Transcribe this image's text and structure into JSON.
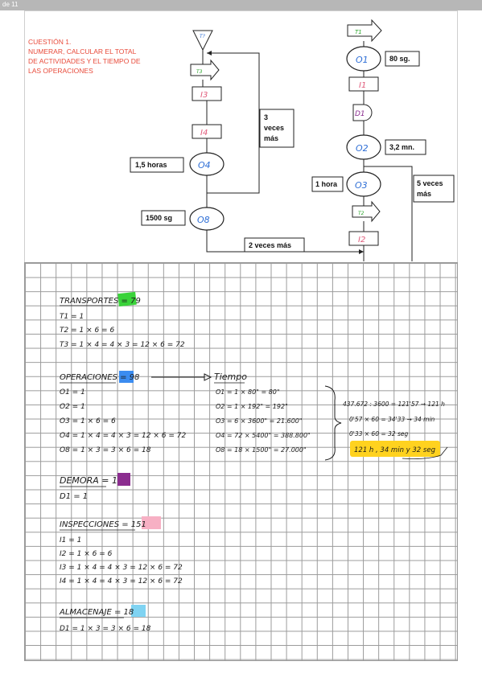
{
  "page_number": "de 11",
  "question": [
    "CUESTIÓN 1.",
    "NUMERAR, CALCULAR EL TOTAL",
    "DE ACTIVIDADES Y EL TIEMPO DE",
    "LAS OPERACIONES"
  ],
  "diagram": {
    "left_nodes": [
      "T?",
      "T3",
      "I3",
      "I4",
      "O4",
      "O8"
    ],
    "right_nodes": [
      "T1",
      "O1",
      "I1",
      "D1",
      "O2",
      "O3",
      "T2",
      "I2"
    ],
    "labels": {
      "loop_left": [
        "3",
        "veces",
        "más"
      ],
      "o4_time": "1,5 horas",
      "o8_time": "1500 sg",
      "bottom_link": "2 veces más",
      "o1_time": "80 sg.",
      "o2_time": "3,2 mn.",
      "o3_time": "1 hora",
      "loop_right": [
        "5 veces",
        "más"
      ]
    }
  },
  "notes": {
    "transportes_title": "TRANSPORTES = 79",
    "transportes_lines": [
      "T1 = 1",
      "T2 = 1 × 6 = 6",
      "T3 = 1 × 4 = 4 × 3 = 12 × 6 = 72"
    ],
    "operaciones_title": "OPERACIONES = 98",
    "arrow_label": "Tiempo",
    "operaciones_lines": [
      "O1 = 1",
      "O2 = 1",
      "O3 = 1 × 6 = 6",
      "O4 = 1 × 4 = 4 × 3 = 12 × 6 = 72",
      "O8 = 1 × 3 = 3 × 6 = 18"
    ],
    "tiempo_lines": [
      "O1 = 1 × 80\" = 80\"",
      "O2 = 1 × 192\" = 192\"",
      "O3 = 6 × 3600\" = 21.600\"",
      "O4 = 72 × 5400\" = 388.800\"",
      "O8 = 18 × 1500\" = 27.000\""
    ],
    "calc_lines": [
      "437.672 : 3600 = 121'57 → 121 h",
      "0'57 × 60 = 34'33 → 34 min",
      "0'33 × 60 = 32 seg"
    ],
    "result": "121 h , 34 min y 32 seg",
    "demora_title": "DEMORA = 1",
    "demora_line": "D1 = 1",
    "inspecciones_title": "INSPECCIONES = 151",
    "inspecciones_lines": [
      "I1 = 1",
      "I2 = 1 × 6 = 6",
      "I3 = 1 × 4 = 4 × 3 = 12 × 6 = 72",
      "I4 = 1 × 4 = 4 × 3 = 12 × 6 = 72"
    ],
    "almacenaje_title": "ALMACENAJE = 18",
    "almacenaje_line": "D1 = 1 × 3 = 3 × 6 = 18"
  },
  "colors": {
    "question_red": "#e84a3a",
    "node_blue": "#2f6fd6",
    "node_pink": "#e05a7a",
    "hl_green": "#3ad33a",
    "hl_blue": "#3b8cf0",
    "hl_purple": "#8b2d8f",
    "hl_pink": "#f7b0c4",
    "hl_cyan": "#7fd3f2",
    "hl_yellow": "#ffd21f"
  }
}
